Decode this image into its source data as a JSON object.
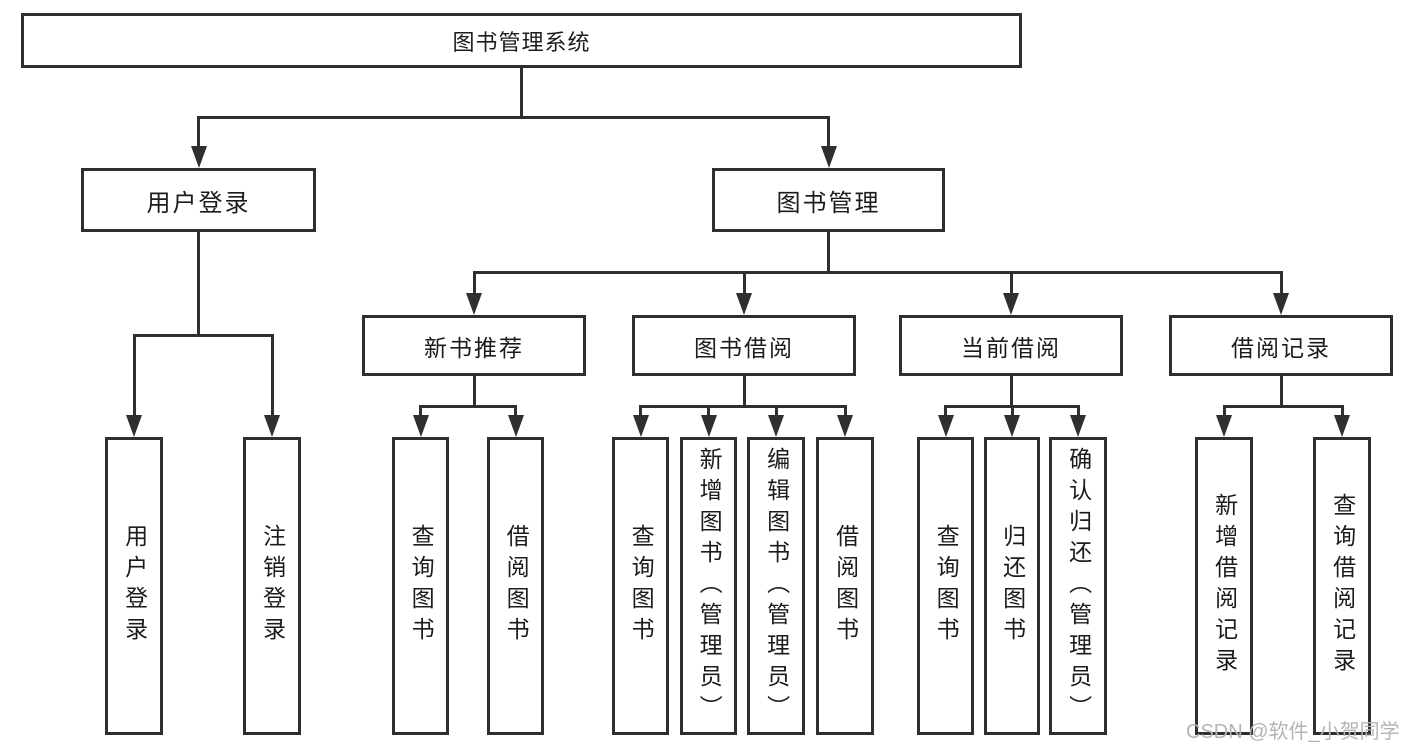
{
  "diagram": {
    "root": {
      "label": "图书管理系统"
    },
    "children": [
      {
        "label": "用户登录",
        "children": [
          {
            "label": "用户登录"
          },
          {
            "label": "注销登录"
          }
        ]
      },
      {
        "label": "图书管理",
        "children": [
          {
            "label": "新书推荐",
            "children": [
              {
                "label": "查询图书"
              },
              {
                "label": "借阅图书"
              }
            ]
          },
          {
            "label": "图书借阅",
            "children": [
              {
                "label": "查询图书"
              },
              {
                "label": "新增图书（管理员）"
              },
              {
                "label": "编辑图书（管理员）"
              },
              {
                "label": "借阅图书"
              }
            ]
          },
          {
            "label": "当前借阅",
            "children": [
              {
                "label": "查询图书"
              },
              {
                "label": "归还图书"
              },
              {
                "label": "确认归还（管理员）"
              }
            ]
          },
          {
            "label": "借阅记录",
            "children": [
              {
                "label": "新增借阅记录"
              },
              {
                "label": "查询借阅记录"
              }
            ]
          }
        ]
      }
    ]
  },
  "watermark": {
    "text": "CSDN @软件_小贺同学"
  },
  "colors": {
    "line": "#2f2f2f",
    "text": "#1c1c1c",
    "watermark": "#b5b5b5",
    "background": "#ffffff"
  }
}
